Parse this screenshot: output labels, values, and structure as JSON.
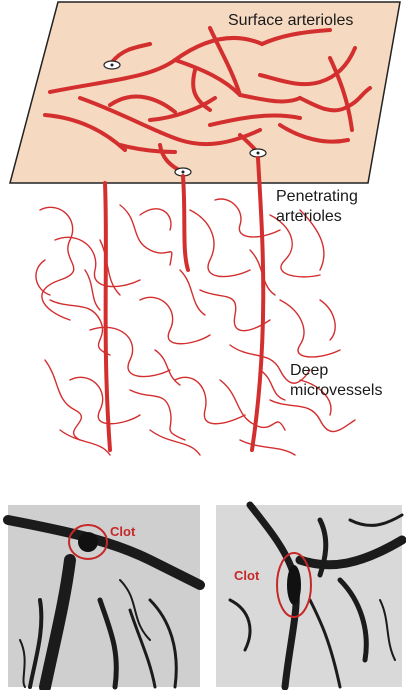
{
  "labels": {
    "surface": "Surface arterioles",
    "penetrating_line1": "Penetrating",
    "penetrating_line2": "arterioles",
    "deep_line1": "Deep",
    "deep_line2": "microvessels"
  },
  "micrographs": {
    "left_label": "Clot",
    "right_label": "Clot"
  },
  "colors": {
    "vessel_red": "#d32f2f",
    "surface_plane": "#f5d9c0",
    "outline": "#222222",
    "clot_red": "#c62828"
  }
}
